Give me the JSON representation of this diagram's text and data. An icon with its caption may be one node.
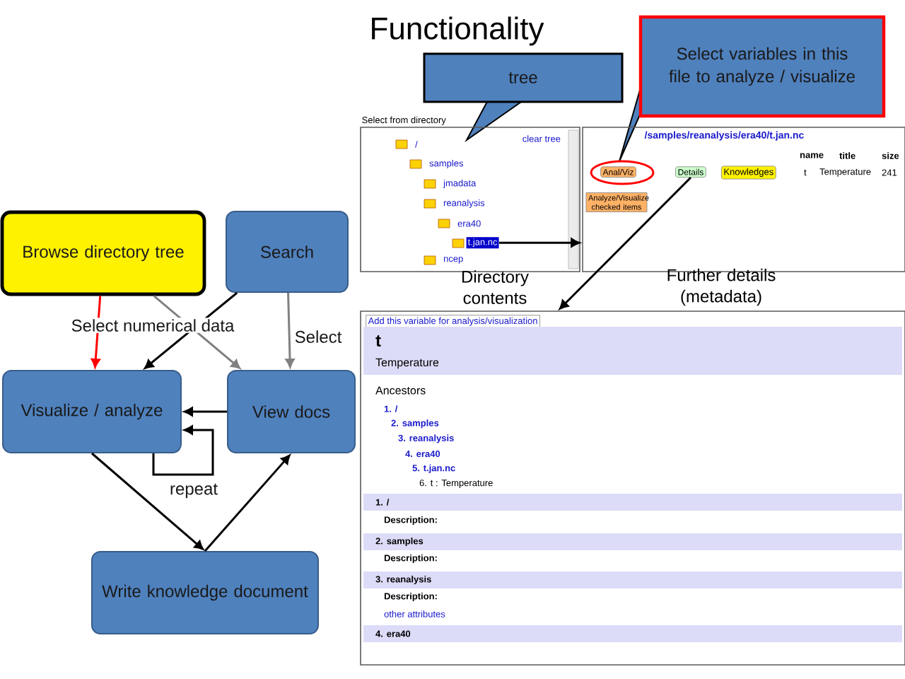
{
  "diagram": {
    "title": "Functionality",
    "nodes": [
      {
        "text": [
          "Browse directory tree"
        ]
      },
      {
        "text": [
          "Search"
        ]
      },
      {
        "text": [
          "Visualize / analyze"
        ]
      },
      {
        "text": [
          "View docs"
        ]
      },
      {
        "text": [
          "Write knowledge document"
        ]
      },
      {
        "text": [
          "tree"
        ]
      },
      {
        "text": [
          "Select variables in this file to analyze / visualize"
        ]
      },
      {
        "text": [
          "Select from directory"
        ]
      },
      {
        "text": [
          "t.jan.nc"
        ],
        "in": 7
      },
      {
        "text": [
          "/samples/reanalysis/era40/t.jan.nc"
        ]
      },
      {
        "text": [
          "Details"
        ],
        "in": 9
      },
      {
        "text": [
          "Add this variable for analysis/visualization"
        ],
        "beside": [
          "Further details (metadata)"
        ]
      },
      {
        "text": [
          "Anal/Viz"
        ],
        "in": 9
      }
    ],
    "edges": [
      {
        "from": 0,
        "to": 2,
        "arrow": "to",
        "color": "#ff0000",
        "label": "Select numerical data"
      },
      {
        "from": 0,
        "to": 3,
        "arrow": "to",
        "color": "#808080"
      },
      {
        "from": 1,
        "to": 2,
        "arrow": "to"
      },
      {
        "from": 1,
        "to": 3,
        "arrow": "to",
        "color": "#808080",
        "label": "Select"
      },
      {
        "from": 3,
        "to": 2,
        "arrow": "to"
      },
      {
        "from": 2,
        "to": 2,
        "arrow": "to",
        "label": "repeat"
      },
      {
        "from": 2,
        "to": 4,
        "arrow": "to"
      },
      {
        "from": 4,
        "to": 3,
        "arrow": "to"
      },
      {
        "from": 8,
        "to": 9,
        "arrow": "to"
      },
      {
        "from": 10,
        "to": 11,
        "arrow": "to"
      }
    ],
    "labels": [
      "clear tree",
      "/",
      "samples",
      "jmadata",
      "reanalysis",
      "era40",
      "ncep",
      "name",
      "title",
      "size",
      "Knowledges",
      "t",
      "Temperature",
      "241",
      "Analyze/Visualize checked items",
      "Directory contents",
      "t",
      "Temperature",
      "Ancestors",
      "1. /",
      "2. samples",
      "3. reanalysis",
      "4. era40",
      "5. t.jan.nc",
      "6. t : Temperature",
      "1. /",
      "Description:",
      "2. samples",
      "Description:",
      "3. reanalysis",
      "Description:",
      "other attributes",
      "4. era40"
    ]
  }
}
